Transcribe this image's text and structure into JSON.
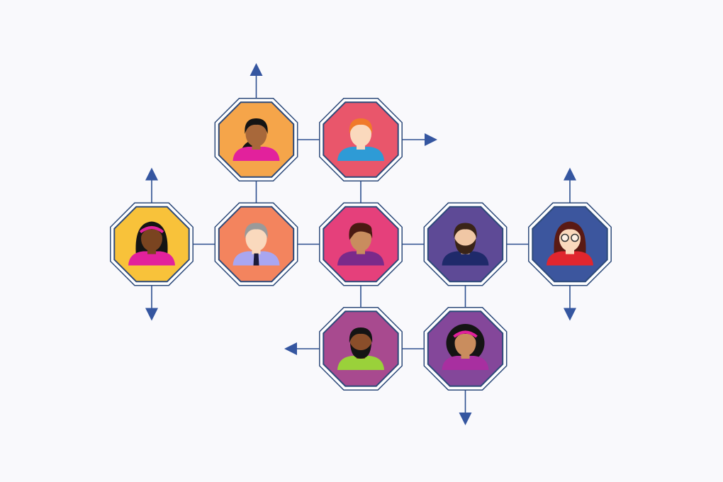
{
  "diagram": {
    "line_color": "#2d4f8f",
    "arrow_color": "#3556a0",
    "nodes": [
      {
        "id": "r1c2",
        "row": 0,
        "col": 1,
        "fill": "#f5a54a",
        "skin": "#a8683a",
        "hair": "#141414",
        "shirt": "#e2219c",
        "hair_style": "ponytail"
      },
      {
        "id": "r1c3",
        "row": 0,
        "col": 2,
        "fill": "#e9566b",
        "skin": "#fad9bd",
        "hair": "#f07a2a",
        "shirt": "#2e9bd6",
        "hair_style": "short"
      },
      {
        "id": "r2c1",
        "row": 1,
        "col": 0,
        "fill": "#f8c23a",
        "skin": "#7a4420",
        "hair": "#141414",
        "shirt": "#e2219c",
        "hair_style": "long-headband",
        "accessory": "#e2219c"
      },
      {
        "id": "r2c2",
        "row": 1,
        "col": 1,
        "fill": "#f3845e",
        "skin": "#fad9bd",
        "hair": "#9a9a9a",
        "shirt": "#a9a6f0",
        "hair_style": "short",
        "tie": "#1c1c3a"
      },
      {
        "id": "r2c3",
        "row": 1,
        "col": 2,
        "fill": "#e5407b",
        "skin": "#c98d5e",
        "hair": "#4a1a12",
        "shirt": "#7a2a8a",
        "hair_style": "bob"
      },
      {
        "id": "r2c4",
        "row": 1,
        "col": 3,
        "fill": "#5e4a96",
        "skin": "#f0c7a5",
        "hair": "#3a2418",
        "shirt": "#1f2a6a",
        "hair_style": "beard"
      },
      {
        "id": "r2c5",
        "row": 1,
        "col": 4,
        "fill": "#3c569e",
        "skin": "#fad9bd",
        "hair": "#5a1a14",
        "shirt": "#e0262e",
        "hair_style": "long-glasses"
      },
      {
        "id": "r3c3",
        "row": 2,
        "col": 2,
        "fill": "#a84a8f",
        "skin": "#8a4e2a",
        "hair": "#141414",
        "shirt": "#9ad13a",
        "hair_style": "short-beard"
      },
      {
        "id": "r3c4",
        "row": 2,
        "col": 3,
        "fill": "#84479a",
        "skin": "#c98d5e",
        "hair": "#141414",
        "shirt": "#a82fa0",
        "hair_style": "afro-headband",
        "accessory": "#e2219c"
      }
    ],
    "edges": [
      [
        "r1c2",
        "r1c3"
      ],
      [
        "r1c2",
        "r2c2"
      ],
      [
        "r1c3",
        "r2c3"
      ],
      [
        "r2c1",
        "r2c2"
      ],
      [
        "r2c2",
        "r2c3"
      ],
      [
        "r2c3",
        "r2c4"
      ],
      [
        "r2c4",
        "r2c5"
      ],
      [
        "r2c3",
        "r3c3"
      ],
      [
        "r2c4",
        "r3c4"
      ],
      [
        "r3c3",
        "r3c4"
      ]
    ],
    "arrows": [
      {
        "from": "r1c2",
        "direction": "up"
      },
      {
        "from": "r1c3",
        "direction": "right"
      },
      {
        "from": "r2c1",
        "direction": "up"
      },
      {
        "from": "r2c1",
        "direction": "down"
      },
      {
        "from": "r2c5",
        "direction": "up"
      },
      {
        "from": "r2c5",
        "direction": "down"
      },
      {
        "from": "r3c3",
        "direction": "left"
      },
      {
        "from": "r3c4",
        "direction": "down"
      }
    ]
  }
}
